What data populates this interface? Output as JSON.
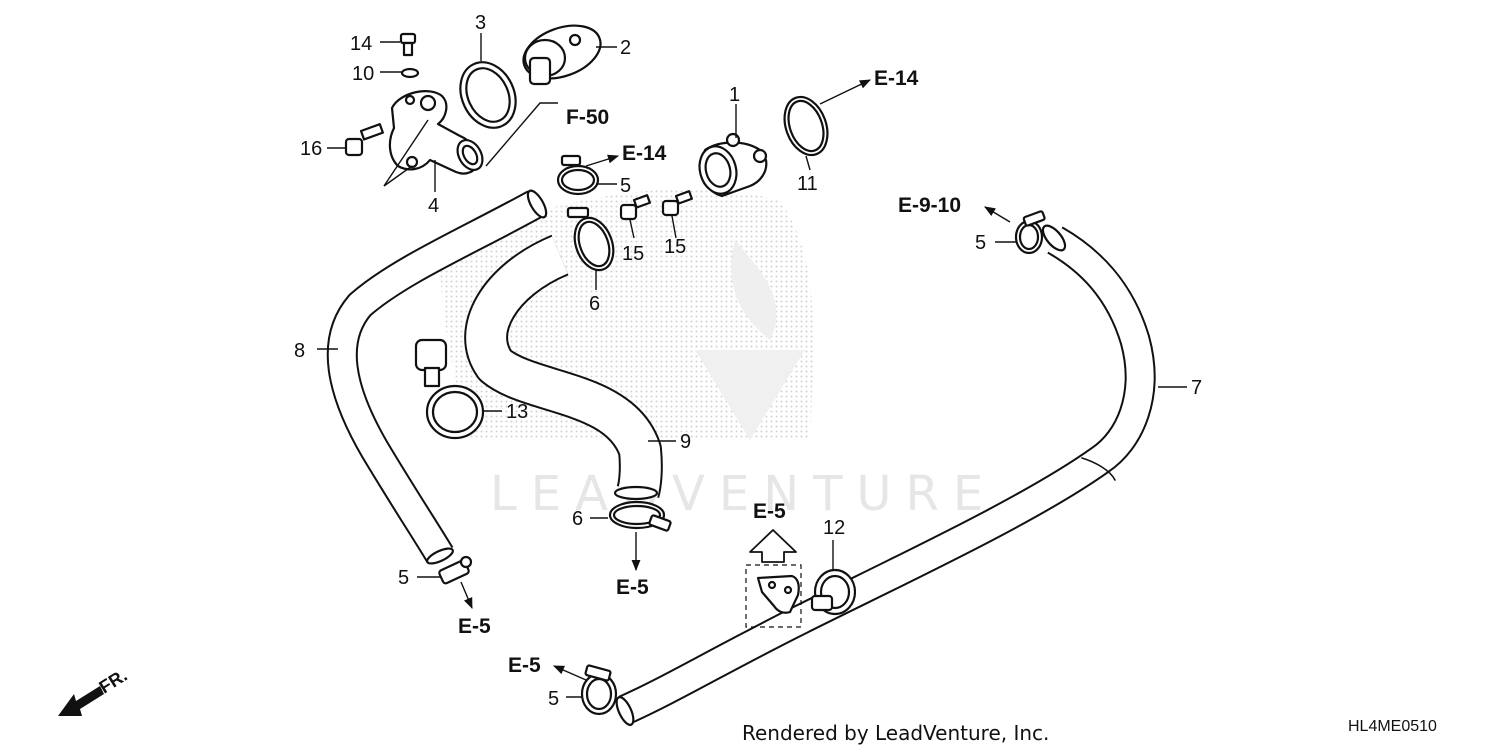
{
  "part_numbers": {
    "n1": "1",
    "n2": "2",
    "n3": "3",
    "n4": "4",
    "n5": "5",
    "n6": "6",
    "n7": "7",
    "n8": "8",
    "n9": "9",
    "n10": "10",
    "n11": "11",
    "n12": "12",
    "n13": "13",
    "n14": "14",
    "n15": "15",
    "n16": "16"
  },
  "references": {
    "e14": "E-14",
    "f50": "F-50",
    "e5": "E-5",
    "e910": "E-9-10"
  },
  "watermark": "LEADVENTURE",
  "direction": "FR.",
  "footer": {
    "rendered_by": "Rendered by LeadVenture, Inc.",
    "diagram_code": "HL4ME0510"
  }
}
